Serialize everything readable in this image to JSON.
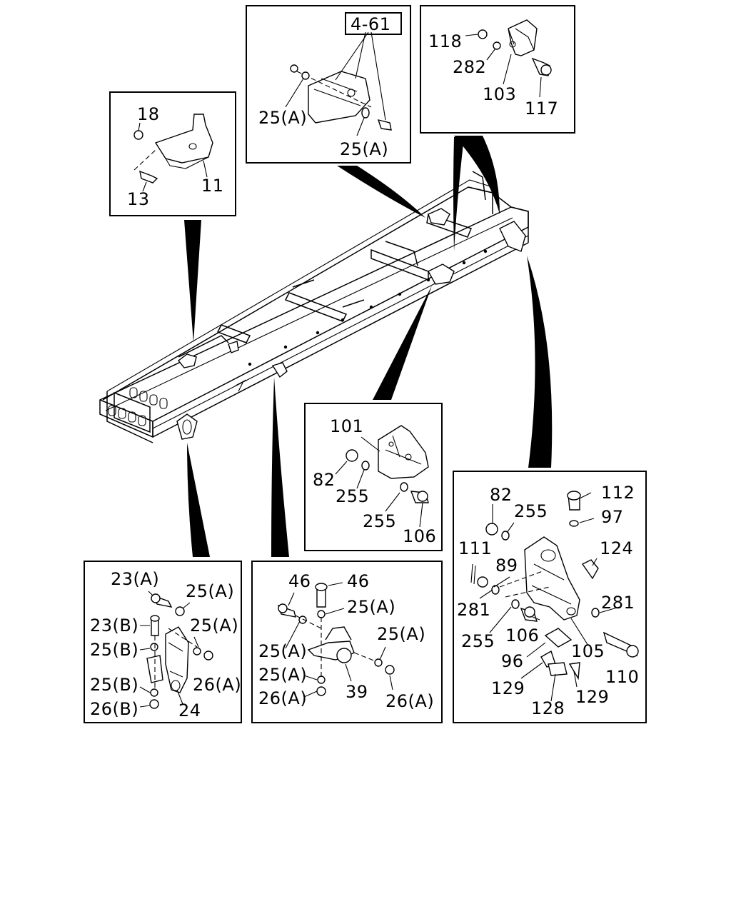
{
  "ref_label": "4-61",
  "callouts": {
    "c18": "18",
    "c13": "13",
    "c11": "11",
    "c25a_1": "25(A)",
    "c25a_2": "25(A)",
    "c118": "118",
    "c282": "282",
    "c103": "103",
    "c117": "117",
    "c101": "101",
    "c82_1": "82",
    "c255_1": "255",
    "c255_2": "255",
    "c106_1": "106",
    "c82_2": "82",
    "c112": "112",
    "c255_3": "255",
    "c97": "97",
    "c111": "111",
    "c89": "89",
    "c124": "124",
    "c281_1": "281",
    "c281_2": "281",
    "c255_4": "255",
    "c106_2": "106",
    "c105": "105",
    "c96": "96",
    "c110": "110",
    "c129_1": "129",
    "c129_2": "129",
    "c128": "128",
    "c23a": "23(A)",
    "c25a_3": "25(A)",
    "c23b": "23(B)",
    "c25a_4": "25(A)",
    "c25b_1": "25(B)",
    "c25b_2": "25(B)",
    "c26a_1": "26(A)",
    "c26b": "26(B)",
    "c24": "24",
    "c46_1": "46",
    "c46_2": "46",
    "c25a_5": "25(A)",
    "c25a_6": "25(A)",
    "c25a_7": "25(A)",
    "c25a_8": "25(A)",
    "c26a_2": "26(A)",
    "c26a_3": "26(A)",
    "c39": "39"
  }
}
